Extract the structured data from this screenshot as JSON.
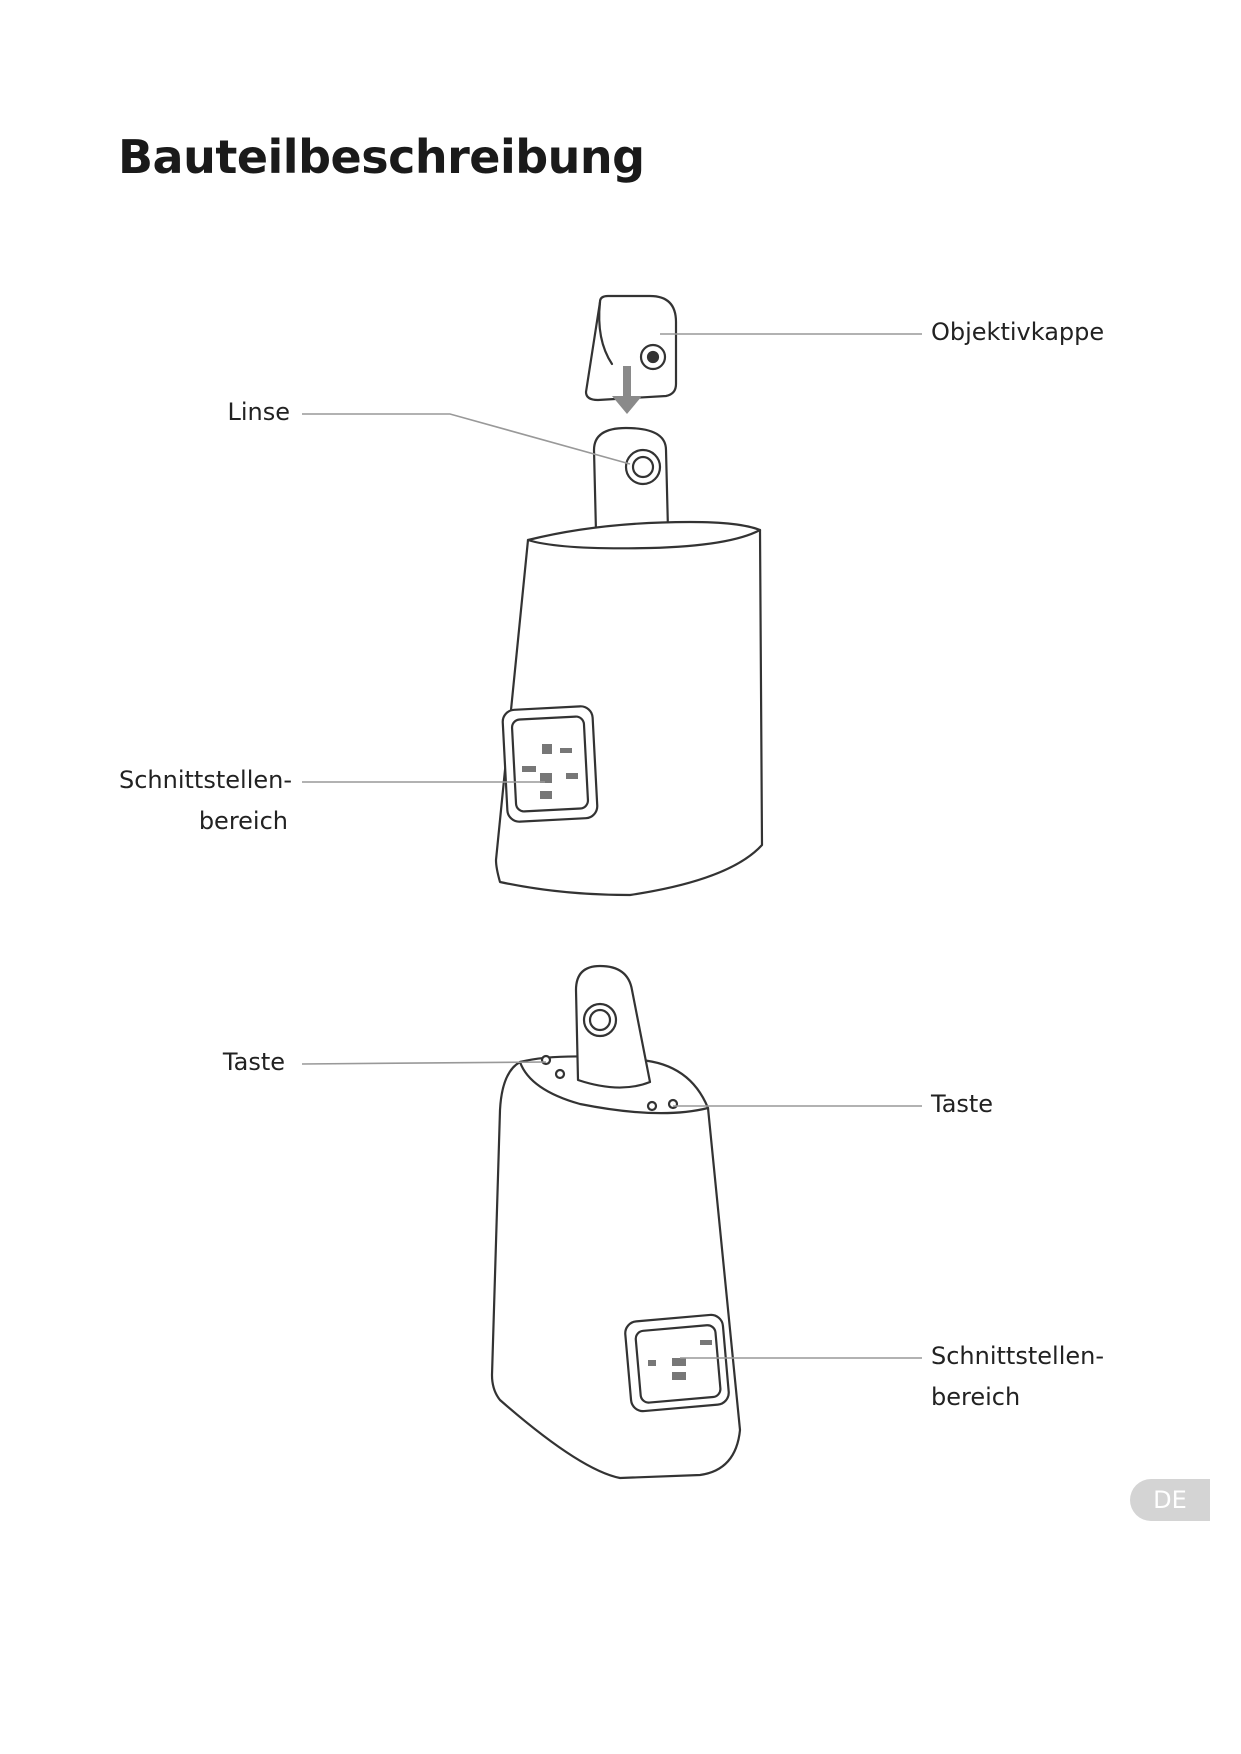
{
  "page": {
    "title": "Bauteilbeschreibung",
    "language_badge": "DE"
  },
  "figure_top": {
    "labels": {
      "lens_cap": "Objektivkappe",
      "lens": "Linse",
      "interface_line1": "Schnittstellen-",
      "interface_line2": "bereich"
    }
  },
  "figure_bottom": {
    "labels": {
      "button_left": "Taste",
      "button_right": "Taste",
      "interface_line1": "Schnittstellen-",
      "interface_line2": "bereich"
    }
  },
  "colors": {
    "outline": "#333333",
    "leader_line": "#999999",
    "badge_bg": "#d4d4d4",
    "badge_text": "#ffffff"
  }
}
